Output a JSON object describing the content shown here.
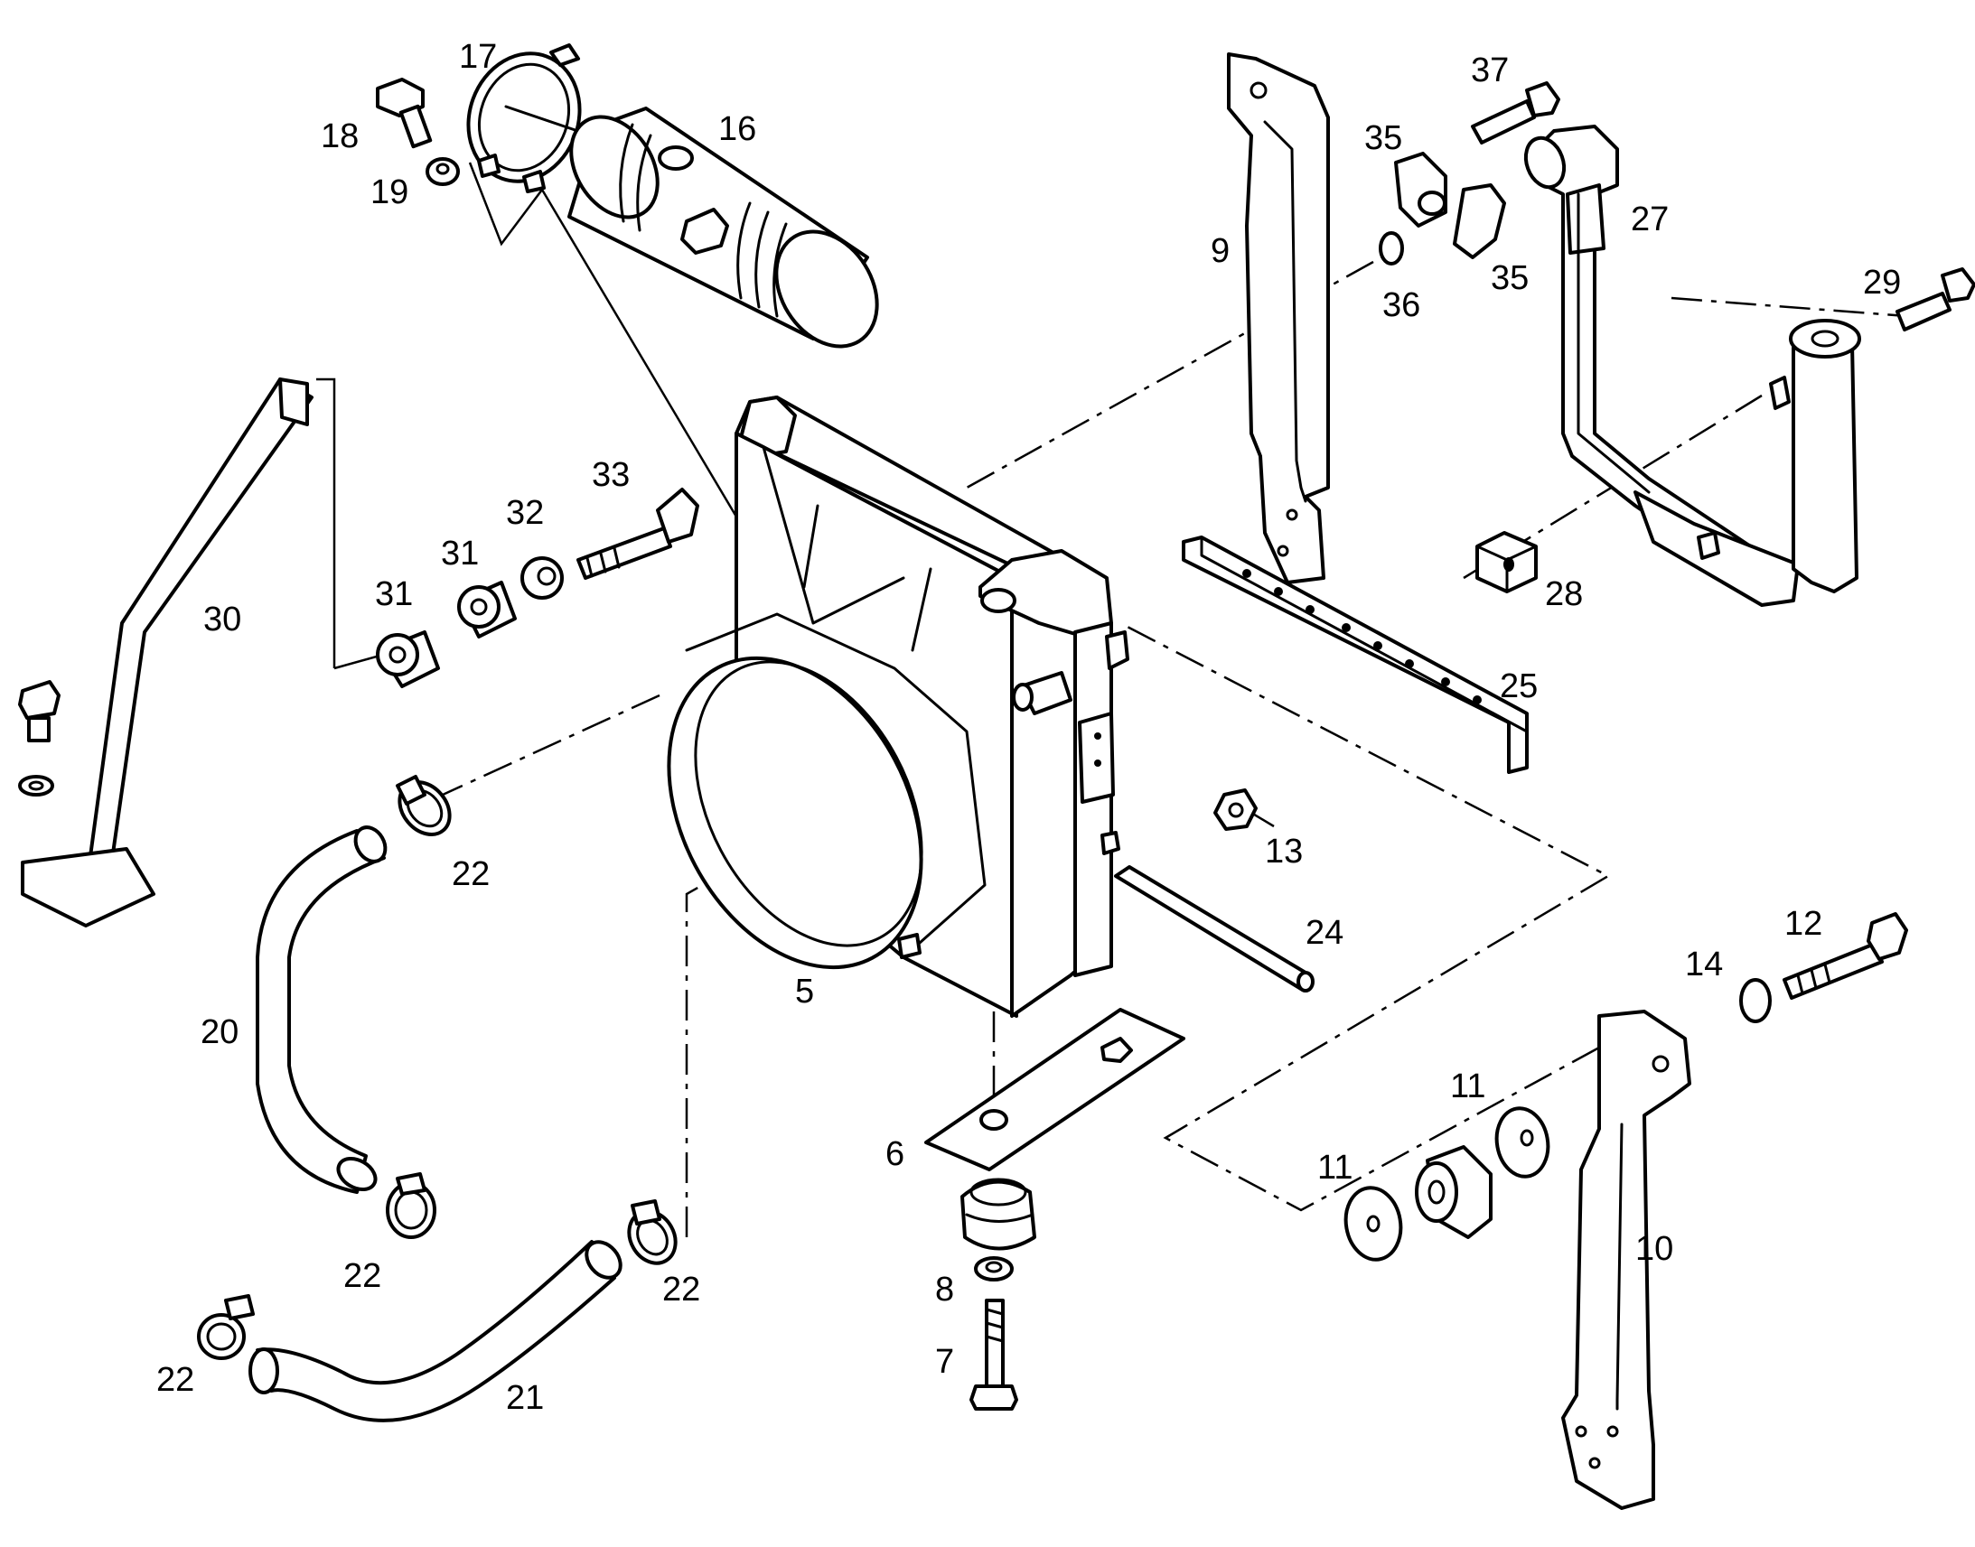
{
  "labels": {
    "l5": "5",
    "l6": "6",
    "l7": "7",
    "l8": "8",
    "l9": "9",
    "l10": "10",
    "l11a": "11",
    "l11b": "11",
    "l12": "12",
    "l13": "13",
    "l14": "14",
    "l16": "16",
    "l17": "17",
    "l18": "18",
    "l19": "19",
    "l20": "20",
    "l21": "21",
    "l22a": "22",
    "l22b": "22",
    "l22c": "22",
    "l22d": "22",
    "l24": "24",
    "l25": "25",
    "l27": "27",
    "l28": "28",
    "l29": "29",
    "l30": "30",
    "l31a": "31",
    "l31b": "31",
    "l32": "32",
    "l33": "33",
    "l35a": "35",
    "l35b": "35",
    "l36": "36",
    "l37": "37"
  },
  "colors": {
    "line": "#000000",
    "background": "#ffffff"
  }
}
